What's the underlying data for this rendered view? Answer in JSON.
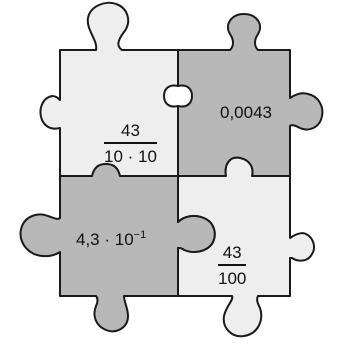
{
  "colors": {
    "light_piece": "#eeeeee",
    "dark_piece": "#b8b8b8",
    "outline": "#1a1a1a"
  },
  "pieces": [
    {
      "shade": "light",
      "label": {
        "type": "fraction",
        "numerator": "43",
        "denominator": "10 · 10"
      }
    },
    {
      "shade": "dark",
      "label": {
        "type": "text",
        "value": "0,0043"
      }
    },
    {
      "shade": "dark",
      "label": {
        "type": "power",
        "mantissa": "4,3 · 10",
        "exponent": "−1"
      }
    },
    {
      "shade": "light",
      "label": {
        "type": "fraction",
        "numerator": "43",
        "denominator": "100"
      }
    }
  ]
}
